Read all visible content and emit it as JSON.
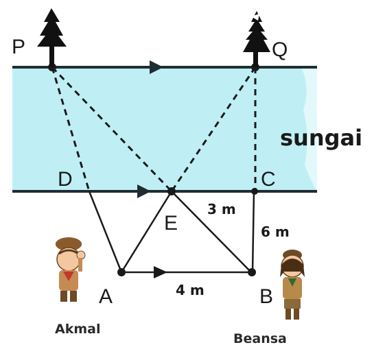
{
  "labels": {
    "P": "P",
    "Q": "Q",
    "D": "D",
    "C": "C",
    "E": "E",
    "A": "A",
    "B": "B"
  },
  "measurements": {
    "EC": "3 m",
    "CB": "6 m",
    "AB": "4 m"
  },
  "river_label": "sungai",
  "characters": {
    "left": "Akmal",
    "right": "Beansa"
  },
  "colors": {
    "river": "#bfeff5",
    "bank": "#1f2d33",
    "line": "#1a1a1a"
  },
  "icons": [
    "tree-icon",
    "tree-icon",
    "boy-scout-icon",
    "girl-scout-icon"
  ]
}
